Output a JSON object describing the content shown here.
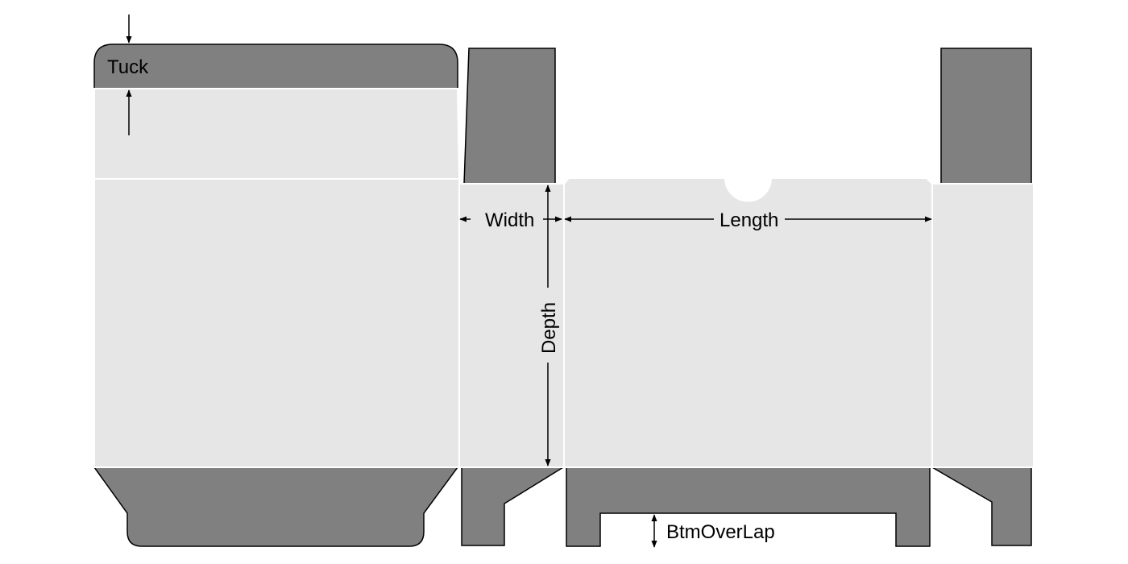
{
  "colors": {
    "panel_fill": "#e6e6e6",
    "flap_fill": "#808080",
    "fold_line": "#ffffff",
    "outline": "#000000",
    "background": "#ffffff"
  },
  "labels": {
    "tuck": "Tuck",
    "width": "Width",
    "length": "Length",
    "depth": "Depth",
    "btm_overlap": "BtmOverLap"
  }
}
